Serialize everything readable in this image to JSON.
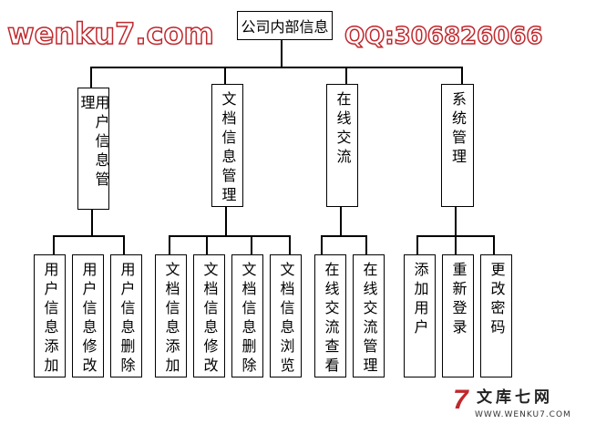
{
  "root": "公司内部信息",
  "modules": [
    {
      "label": "用户信息管理",
      "children": [
        "用户信息添加",
        "用户信息修改",
        "用户信息删除"
      ]
    },
    {
      "label": "文档信息管理",
      "children": [
        "文档信息添加",
        "文档信息修改",
        "文档信息删除",
        "文档信息浏览"
      ]
    },
    {
      "label": "在线交流",
      "children": [
        "在线交流查看",
        "在线交流管理"
      ]
    },
    {
      "label": "系统管理",
      "children": [
        "添加用户",
        "重新登录",
        "更改密码"
      ]
    }
  ],
  "watermark": {
    "site": "wenku7.com",
    "qq": "QQ:306826066",
    "color": "#c0282d"
  },
  "logo": {
    "mark": "7",
    "name": "文库七网",
    "url": "WWW.WENKU7.COM"
  }
}
